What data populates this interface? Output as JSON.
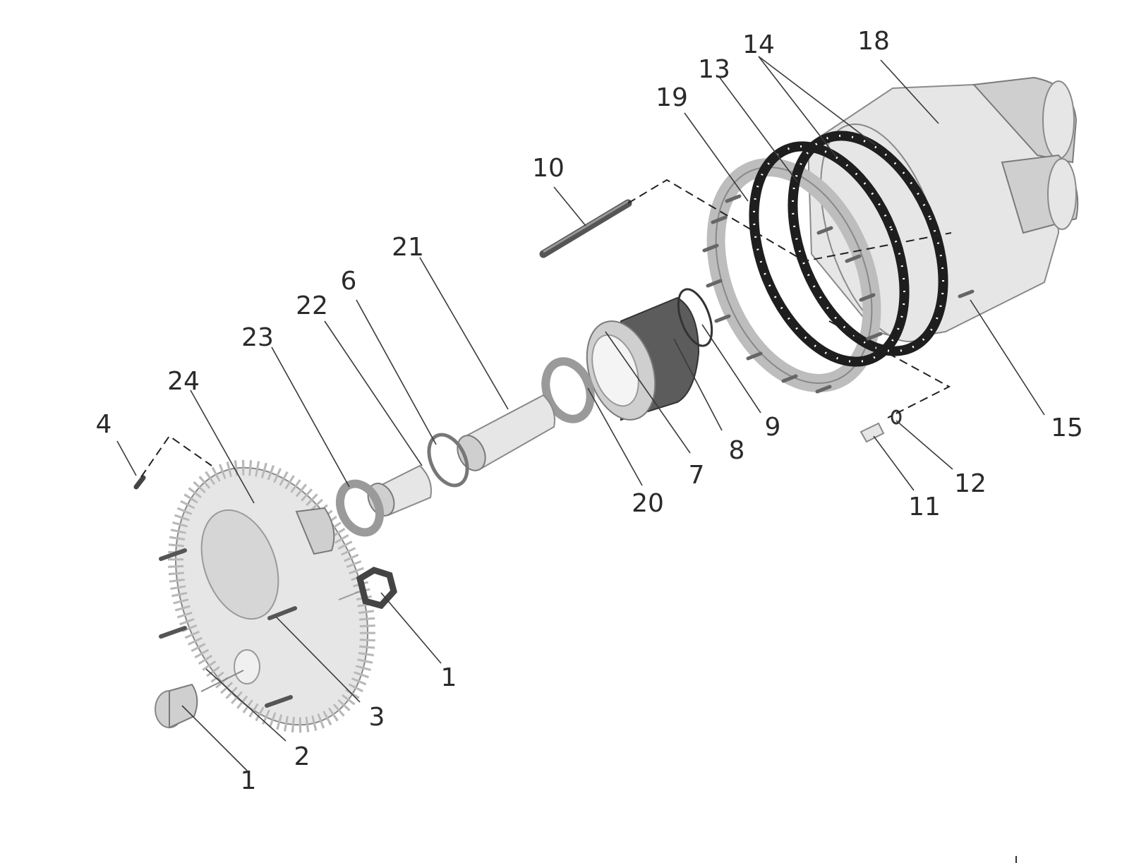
{
  "callouts": [
    {
      "id": "c1a",
      "text": "1"
    },
    {
      "id": "c1b",
      "text": "1"
    },
    {
      "id": "c2",
      "text": "2"
    },
    {
      "id": "c3",
      "text": "3"
    },
    {
      "id": "c4",
      "text": "4"
    },
    {
      "id": "c6",
      "text": "6"
    },
    {
      "id": "c7",
      "text": "7"
    },
    {
      "id": "c8",
      "text": "8"
    },
    {
      "id": "c9",
      "text": "9"
    },
    {
      "id": "c10",
      "text": "10"
    },
    {
      "id": "c11",
      "text": "11"
    },
    {
      "id": "c12",
      "text": "12"
    },
    {
      "id": "c13",
      "text": "13"
    },
    {
      "id": "c14",
      "text": "14"
    },
    {
      "id": "c15",
      "text": "15"
    },
    {
      "id": "c18",
      "text": "18"
    },
    {
      "id": "c19",
      "text": "19"
    },
    {
      "id": "c20",
      "text": "20"
    },
    {
      "id": "c21",
      "text": "21"
    },
    {
      "id": "c22",
      "text": "22"
    },
    {
      "id": "c23",
      "text": "23"
    },
    {
      "id": "c24",
      "text": "24"
    }
  ]
}
